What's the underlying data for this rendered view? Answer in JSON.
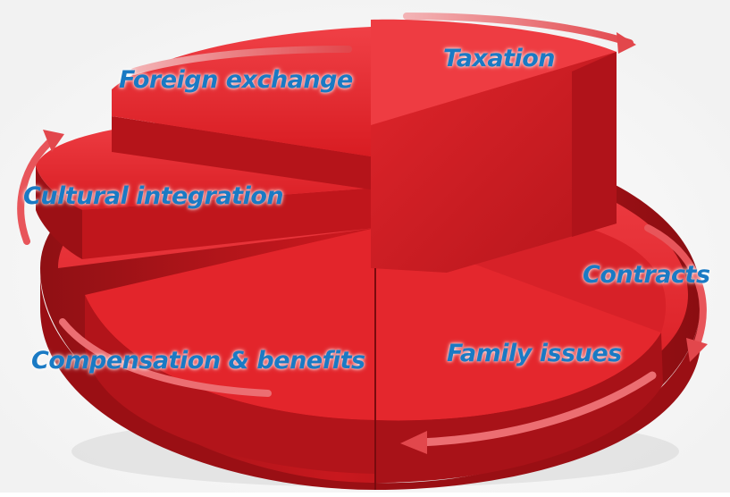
{
  "diagram": {
    "segments": [
      {
        "label": "Foreign exchange"
      },
      {
        "label": "Taxation"
      },
      {
        "label": "Cultural integration"
      },
      {
        "label": "Contracts"
      },
      {
        "label": "Compensation & benefits"
      },
      {
        "label": "Family issues"
      }
    ]
  },
  "colors": {
    "slice_top": "#e8242a",
    "slice_side": "#b3141a",
    "slice_dark": "#7d0c10",
    "arrow": "#e64a4f",
    "label": "#1a7ac4",
    "background": "#ffffff"
  }
}
